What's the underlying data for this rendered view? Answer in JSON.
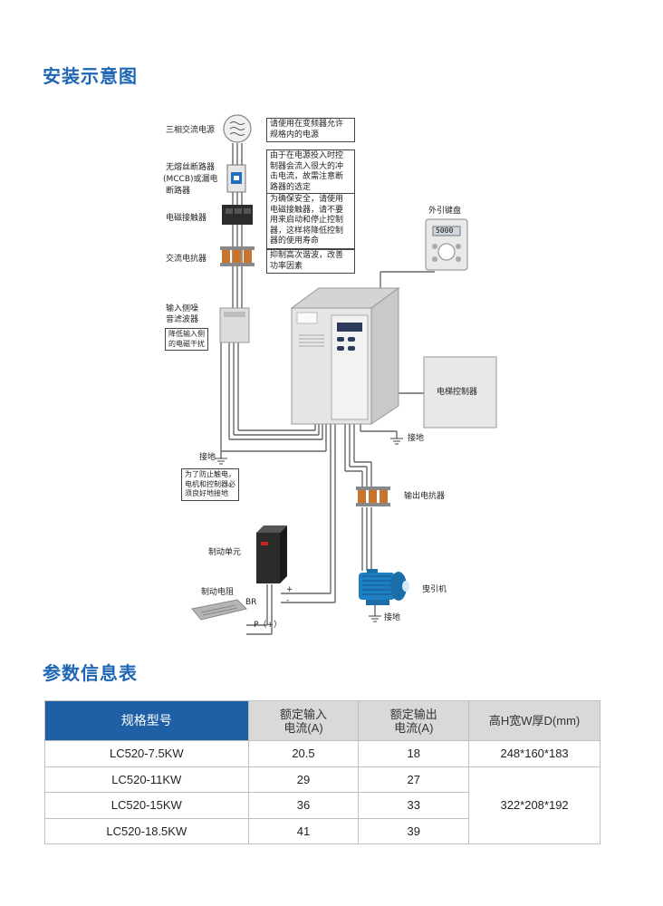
{
  "sections": {
    "install_title": "安装示意图",
    "params_title": "参数信息表"
  },
  "diagram": {
    "labels": {
      "power_source": "三相交流电源",
      "mccb": [
        "无熔丝断路器",
        "(MCCB)或漏电",
        "断路器"
      ],
      "contactor": "电磁接触器",
      "ac_reactor": "交流电抗器",
      "input_filter": [
        "输入侧噪",
        "音滤波器"
      ],
      "keypad": "外引键盘",
      "keypad_display": "5000",
      "elevator_controller": "电梯控制器",
      "ground_1": "接地",
      "ground_2": "接地",
      "ground_3": "接地",
      "output_reactor": "输出电抗器",
      "brake_unit": "制动单元",
      "brake_resistor": "制动电阻",
      "traction_machine": "曳引机",
      "br": "BR",
      "plus": "+",
      "minus": "-",
      "p_plus": "P（+）"
    },
    "notes": {
      "power_note": [
        "请使用在变频器允许",
        "规格内的电源"
      ],
      "mccb_note": [
        "由于在电源投入时控",
        "制器会流入很大的冲",
        "击电流，故需注意断",
        "路器的选定"
      ],
      "contactor_note": [
        "为确保安全，请使用",
        "电磁接触器，请不要",
        "用来启动和停止控制",
        "器，这样将降低控制",
        "器的使用寿命"
      ],
      "reactor_note": [
        "抑制高次谐波，改善",
        "功率因素"
      ],
      "filter_note": [
        "降低输入侧",
        "的电磁干扰"
      ],
      "ground_note": [
        "为了防止触电，",
        "电机和控制器必",
        "须良好地接地"
      ]
    },
    "colors": {
      "line": "#555555",
      "reactor": "#c8742c",
      "motor": "#1e7fc2",
      "device_body": "#e8e8e8",
      "brake_unit": "#2b2b2b"
    }
  },
  "table": {
    "headers": [
      [
        "规格型号"
      ],
      [
        "额定输入",
        "电流(A)"
      ],
      [
        "额定输出",
        "电流(A)"
      ],
      [
        "高H宽W厚D(mm)"
      ]
    ],
    "rows": [
      {
        "model": "LC520-7.5KW",
        "input": "20.5",
        "output": "18"
      },
      {
        "model": "LC520-11KW",
        "input": "29",
        "output": "27"
      },
      {
        "model": "LC520-15KW",
        "input": "36",
        "output": "33"
      },
      {
        "model": "LC520-18.5KW",
        "input": "41",
        "output": "39"
      }
    ],
    "dimensions": [
      "248*160*183",
      "322*208*192"
    ]
  }
}
